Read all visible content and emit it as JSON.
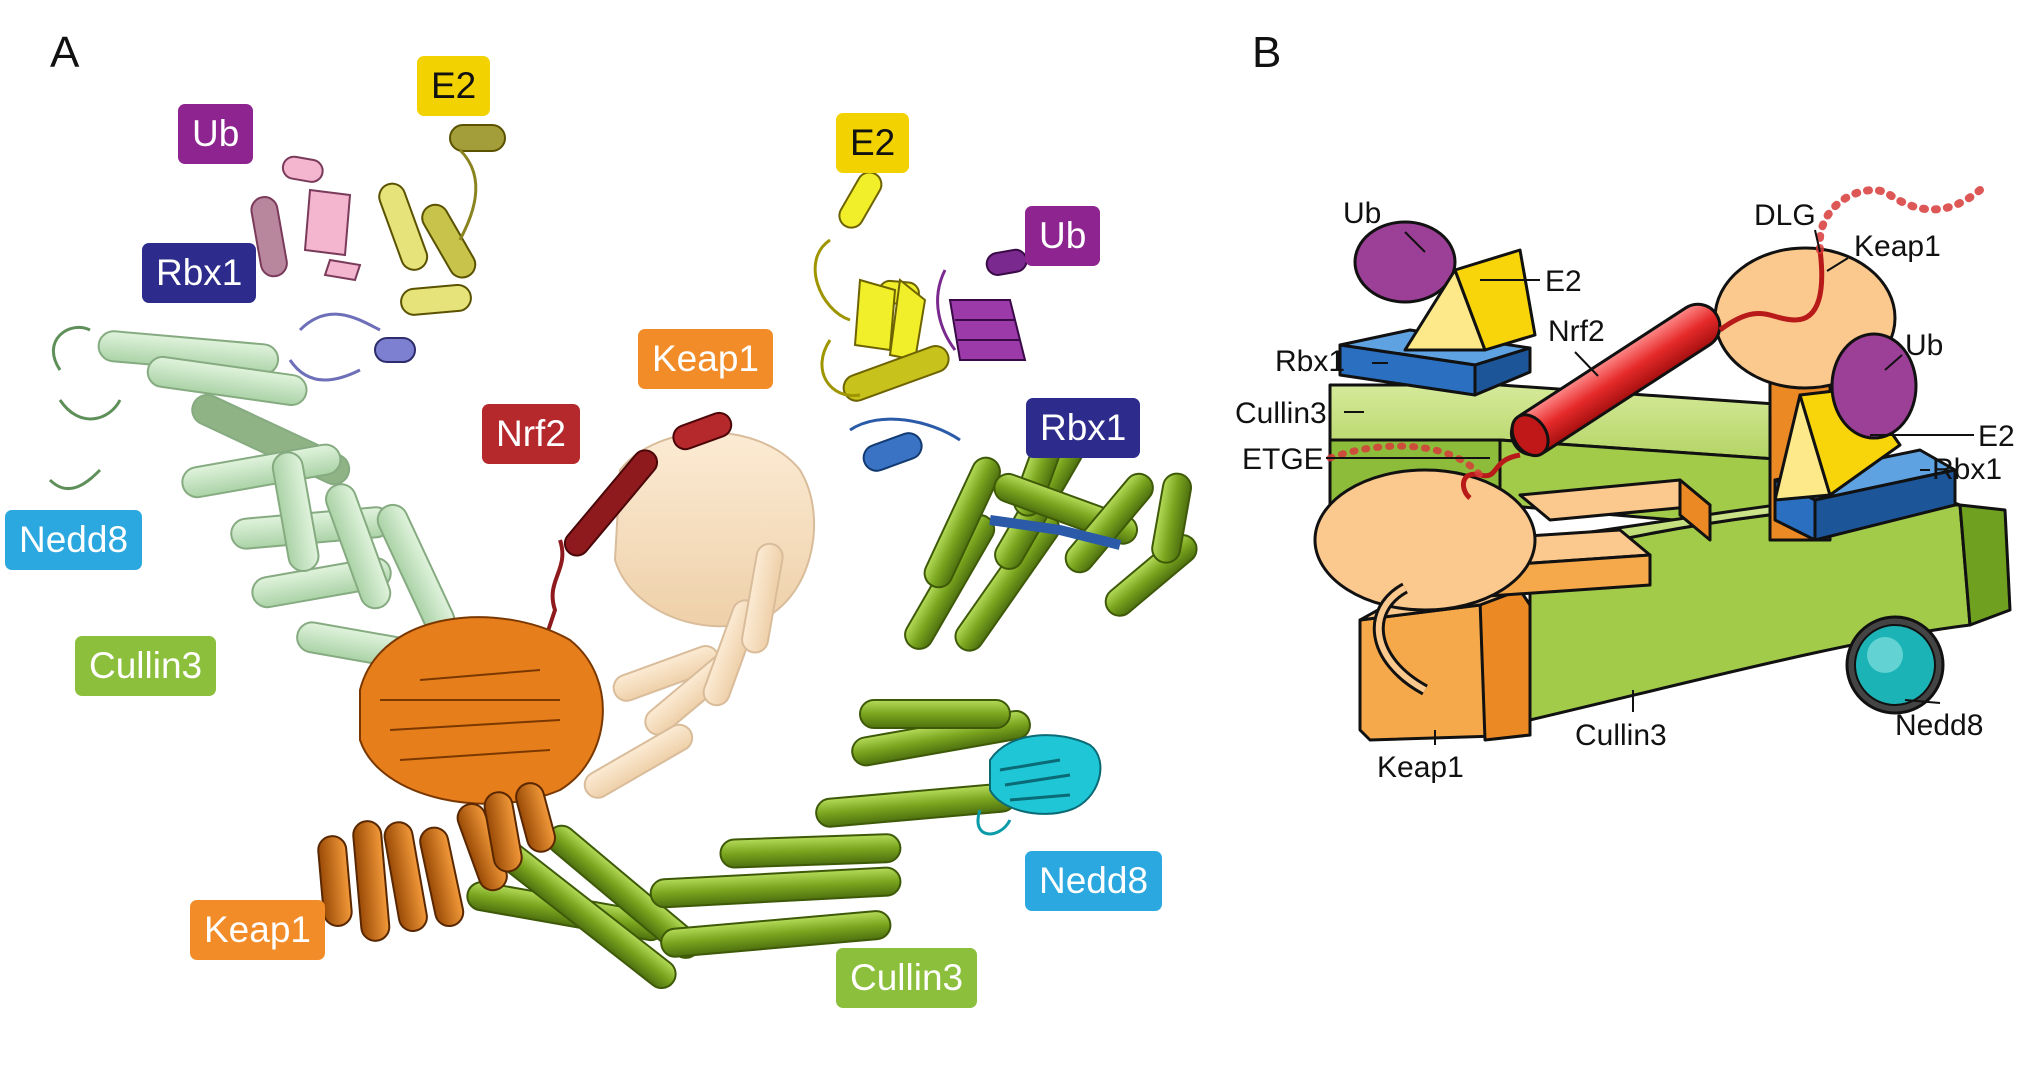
{
  "panels": {
    "a": {
      "letter": "A"
    },
    "b": {
      "letter": "B"
    }
  },
  "colors": {
    "e2": "#f2d200",
    "ub": "#8d2490",
    "rbx1": "#2d2c8c",
    "nedd8": "#2aa8df",
    "cullin3": "#8cbf3c",
    "keap1": "#f28c28",
    "nrf2": "#b5282c"
  },
  "structure_labels": {
    "left_e2": "E2",
    "left_ub": "Ub",
    "left_rbx1": "Rbx1",
    "left_nedd8": "Nedd8",
    "left_cullin3": "Cullin3",
    "left_keap1": "Keap1",
    "nrf2": "Nrf2",
    "right_keap1": "Keap1",
    "right_e2": "E2",
    "right_ub": "Ub",
    "right_rbx1": "Rbx1",
    "right_nedd8": "Nedd8",
    "right_cullin3": "Cullin3"
  },
  "schematic_labels": {
    "ub_left": "Ub",
    "e2_left": "E2",
    "rbx1_left": "Rbx1",
    "cullin3_left": "Cullin3",
    "etge": "ETGE",
    "nrf2": "Nrf2",
    "dlg": "DLG",
    "keap1_top": "Keap1",
    "ub_right": "Ub",
    "e2_right": "E2",
    "rbx1_right": "Rbx1",
    "keap1_bottom": "Keap1",
    "cullin3_bottom": "Cullin3",
    "nedd8": "Nedd8"
  }
}
